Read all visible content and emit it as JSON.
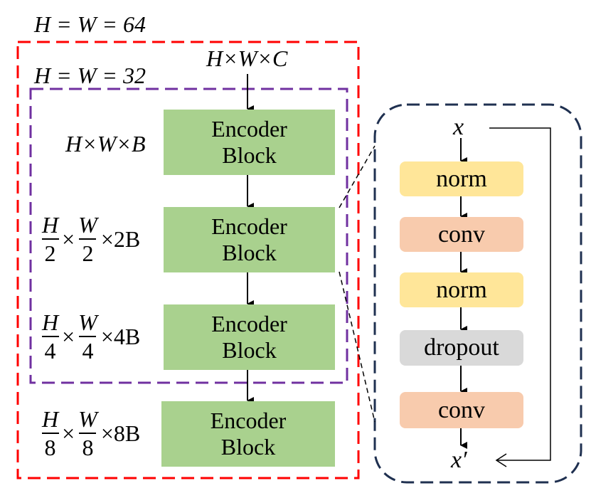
{
  "outer_label": "H = W = 64",
  "inner_label": "H = W = 32",
  "input_label": "H×W×C",
  "stages": [
    {
      "dim_text": "H×W×B",
      "block_line1": "Encoder",
      "block_line2": "Block"
    },
    {
      "num_h": "H",
      "num_w": "W",
      "den": "2",
      "mult": "×2B",
      "block_line1": "Encoder",
      "block_line2": "Block"
    },
    {
      "num_h": "H",
      "num_w": "W",
      "den": "4",
      "mult": "×4B",
      "block_line1": "Encoder",
      "block_line2": "Block"
    },
    {
      "num_h": "H",
      "num_w": "W",
      "den": "8",
      "mult": "×8B",
      "block_line1": "Encoder",
      "block_line2": "Block"
    }
  ],
  "detail": {
    "input_var": "x",
    "output_var": "x′",
    "layers": [
      {
        "label": "norm",
        "color": "#ffe699"
      },
      {
        "label": "conv",
        "color": "#f8cbad"
      },
      {
        "label": "norm",
        "color": "#ffe699"
      },
      {
        "label": "dropout",
        "color": "#d9d9d9"
      },
      {
        "label": "conv",
        "color": "#f8cbad"
      }
    ]
  },
  "colors": {
    "outer_border": "#ff0000",
    "inner_border": "#7030a0",
    "detail_border": "#1f3050",
    "block_fill": "#a9d18e"
  }
}
